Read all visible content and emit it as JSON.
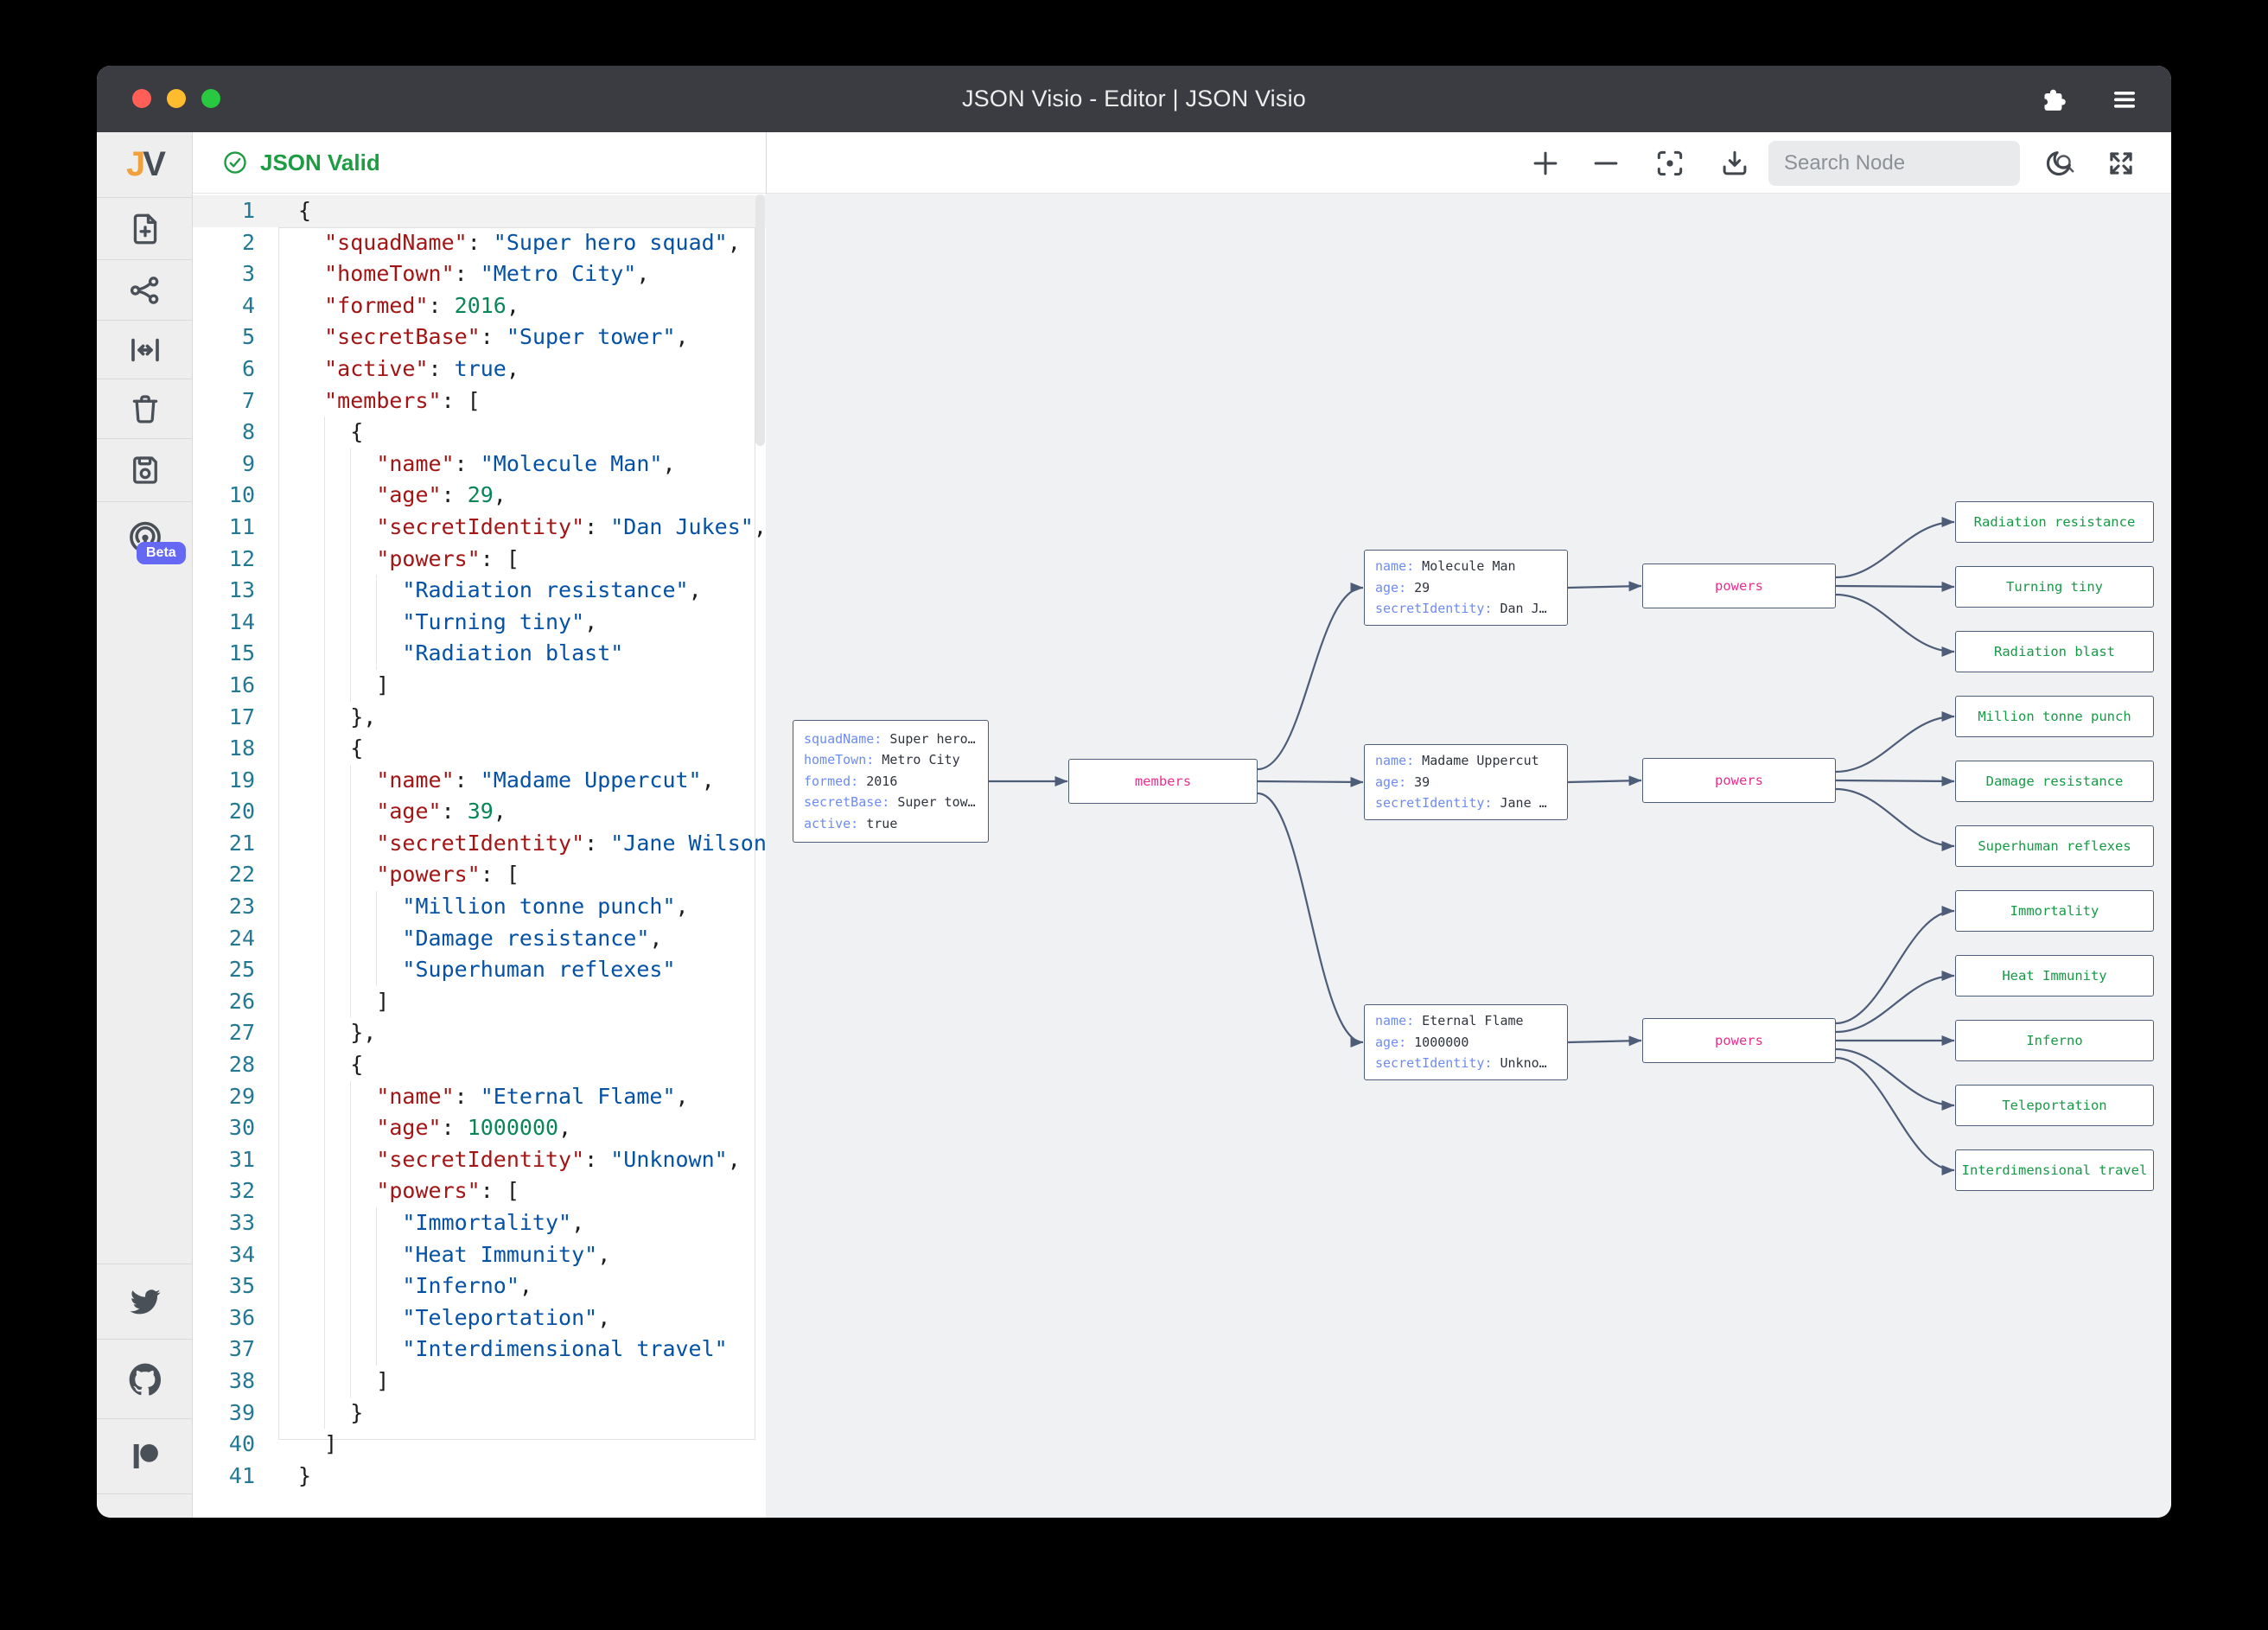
{
  "titlebar": {
    "title": "JSON Visio - Editor | JSON Visio"
  },
  "sidebar": {
    "logo_j": "J",
    "logo_v": "V",
    "beta_label": "Beta"
  },
  "editor_header": {
    "status_label": "JSON Valid"
  },
  "graph_toolbar": {
    "search_placeholder": "Search Node"
  },
  "colors": {
    "valid_green": "#1e9c44",
    "node_border": "#4d5d78",
    "node_key": "#6e8bf1",
    "parent_pink": "#ec2d8f",
    "leaf_green": "#169a45",
    "beta_badge": "#6468f2",
    "json_key": "#A31515",
    "json_string": "#0451A5",
    "json_number": "#098658",
    "traffic_red": "#ff5f57",
    "traffic_yellow": "#febc2e",
    "traffic_green": "#28c840"
  },
  "editor": {
    "lines": [
      "{",
      "  \"squadName\": \"Super hero squad\",",
      "  \"homeTown\": \"Metro City\",",
      "  \"formed\": 2016,",
      "  \"secretBase\": \"Super tower\",",
      "  \"active\": true,",
      "  \"members\": [",
      "    {",
      "      \"name\": \"Molecule Man\",",
      "      \"age\": 29,",
      "      \"secretIdentity\": \"Dan Jukes\",",
      "      \"powers\": [",
      "        \"Radiation resistance\",",
      "        \"Turning tiny\",",
      "        \"Radiation blast\"",
      "      ]",
      "    },",
      "    {",
      "      \"name\": \"Madame Uppercut\",",
      "      \"age\": 39,",
      "      \"secretIdentity\": \"Jane Wilson\",",
      "      \"powers\": [",
      "        \"Million tonne punch\",",
      "        \"Damage resistance\",",
      "        \"Superhuman reflexes\"",
      "      ]",
      "    },",
      "    {",
      "      \"name\": \"Eternal Flame\",",
      "      \"age\": 1000000,",
      "      \"secretIdentity\": \"Unknown\",",
      "      \"powers\": [",
      "        \"Immortality\",",
      "        \"Heat Immunity\",",
      "        \"Inferno\",",
      "        \"Teleportation\",",
      "        \"Interdimensional travel\"",
      "      ]",
      "    }",
      "  ]",
      "}"
    ]
  },
  "graph": {
    "nodes": [
      {
        "id": "root",
        "type": "obj",
        "entries": [
          {
            "k": "squadName:",
            "v": "Super hero…"
          },
          {
            "k": "homeTown:",
            "v": "Metro City"
          },
          {
            "k": "formed:",
            "v": "2016"
          },
          {
            "k": "secretBase:",
            "v": "Super tow…"
          },
          {
            "k": "active:",
            "v": "true"
          }
        ]
      },
      {
        "id": "members",
        "type": "parent",
        "label": "members"
      },
      {
        "id": "member-0",
        "type": "obj",
        "entries": [
          {
            "k": "name:",
            "v": "Molecule Man"
          },
          {
            "k": "age:",
            "v": "29"
          },
          {
            "k": "secretIdentity:",
            "v": "Dan J…"
          }
        ]
      },
      {
        "id": "member-1",
        "type": "obj",
        "entries": [
          {
            "k": "name:",
            "v": "Madame Uppercut"
          },
          {
            "k": "age:",
            "v": "39"
          },
          {
            "k": "secretIdentity:",
            "v": "Jane …"
          }
        ]
      },
      {
        "id": "member-2",
        "type": "obj",
        "entries": [
          {
            "k": "name:",
            "v": "Eternal Flame"
          },
          {
            "k": "age:",
            "v": "1000000"
          },
          {
            "k": "secretIdentity:",
            "v": "Unkno…"
          }
        ]
      },
      {
        "id": "powers-0",
        "type": "parent",
        "label": "powers"
      },
      {
        "id": "powers-1",
        "type": "parent",
        "label": "powers"
      },
      {
        "id": "powers-2",
        "type": "parent",
        "label": "powers"
      },
      {
        "id": "leaf-0",
        "type": "leaf",
        "label": "Radiation resistance"
      },
      {
        "id": "leaf-1",
        "type": "leaf",
        "label": "Turning tiny"
      },
      {
        "id": "leaf-2",
        "type": "leaf",
        "label": "Radiation blast"
      },
      {
        "id": "leaf-3",
        "type": "leaf",
        "label": "Million tonne punch"
      },
      {
        "id": "leaf-4",
        "type": "leaf",
        "label": "Damage resistance"
      },
      {
        "id": "leaf-5",
        "type": "leaf",
        "label": "Superhuman reflexes"
      },
      {
        "id": "leaf-6",
        "type": "leaf",
        "label": "Immortality"
      },
      {
        "id": "leaf-7",
        "type": "leaf",
        "label": "Heat Immunity"
      },
      {
        "id": "leaf-8",
        "type": "leaf",
        "label": "Inferno"
      },
      {
        "id": "leaf-9",
        "type": "leaf",
        "label": "Teleportation"
      },
      {
        "id": "leaf-10",
        "type": "leaf",
        "label": "Interdimensional travel"
      }
    ]
  }
}
